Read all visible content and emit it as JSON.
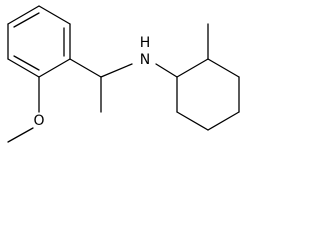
{
  "molecule": {
    "atoms": {
      "nitrogen": "N",
      "hydrogen": "H",
      "oxygen": "O"
    },
    "colors": {
      "bond": "#000000",
      "label": "#000000",
      "background": "#ffffff"
    }
  }
}
